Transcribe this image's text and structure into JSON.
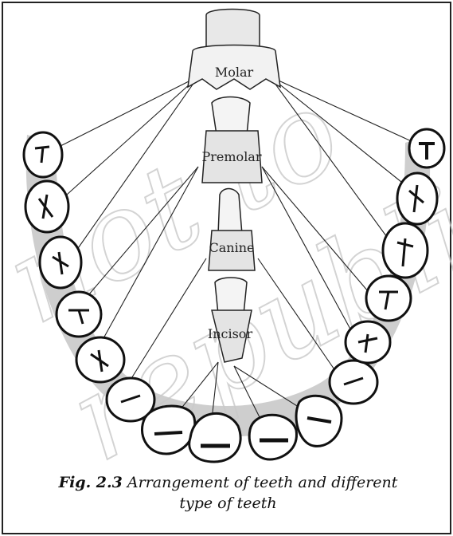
{
  "labels": {
    "molar": "Molar",
    "premolar": "Premolar",
    "canine": "Canine",
    "incisor": "Incisor"
  },
  "caption": {
    "figure": "Fig. 2.3",
    "line1": "Arrangement of teeth and different",
    "line2": "type of teeth"
  },
  "watermark": {
    "line1": "not to",
    "line2": "republished"
  },
  "colors": {
    "ink": "#222222",
    "gum": "#c4c4c4",
    "toothFill": "#ffffff",
    "dentine": "#d9d9d9"
  }
}
